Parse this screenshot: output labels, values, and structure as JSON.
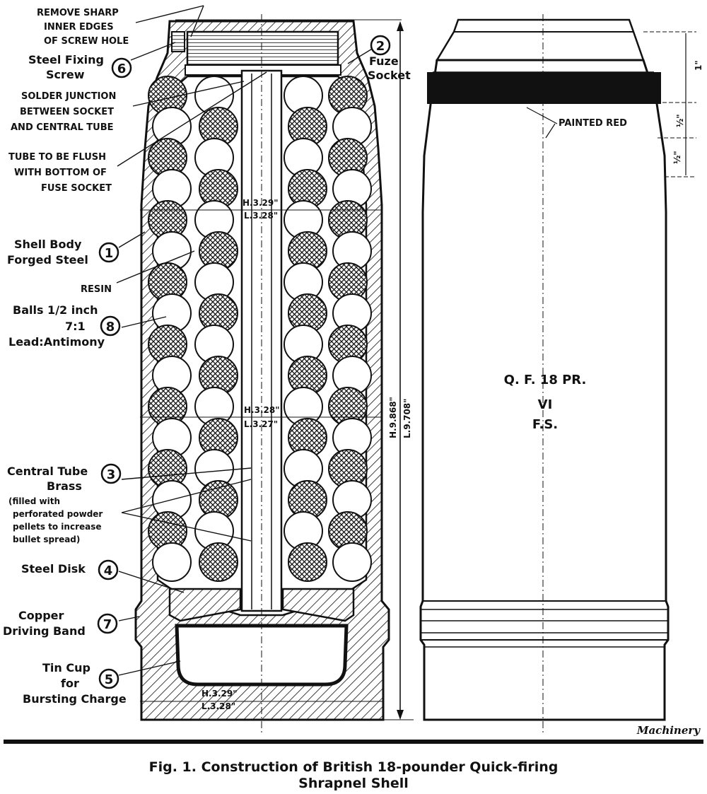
{
  "labels": {
    "remove_edges": [
      "REMOVE SHARP",
      "INNER EDGES",
      "OF SCREW HOLE"
    ],
    "fixing_screw": [
      "Steel Fixing",
      "Screw"
    ],
    "fuze_socket": [
      "Fuze",
      "Socket"
    ],
    "solder": [
      "SOLDER JUNCTION",
      "BETWEEN SOCKET",
      "AND CENTRAL TUBE"
    ],
    "tube_flush": [
      "TUBE TO BE FLUSH",
      "WITH BOTTOM OF",
      "FUSE SOCKET"
    ],
    "shell_body": [
      "Shell Body",
      "Forged Steel"
    ],
    "resin": "RESIN",
    "balls": [
      "Balls 1/2 inch",
      "7:1",
      "Lead:Antimony"
    ],
    "central_tube": [
      "Central Tube",
      "Brass"
    ],
    "central_tube_note": [
      "(filled with",
      "perforated powder",
      "pellets to increase",
      "bullet spread)"
    ],
    "steel_disk": "Steel Disk",
    "driving_band": [
      "Copper",
      "Driving Band"
    ],
    "tin_cup": [
      "Tin Cup",
      "for",
      "Bursting Charge"
    ],
    "painted_red": "PAINTED RED"
  },
  "numbers": {
    "n1": "1",
    "n2": "2",
    "n3": "3",
    "n4": "4",
    "n5": "5",
    "n6": "6",
    "n7": "7",
    "n8": "8"
  },
  "dimensions": {
    "upper_h": "H.3.29\"",
    "upper_l": "L.3.28\"",
    "mid_h": "H.3.28\"",
    "mid_l": "L.3.27\"",
    "base_h": "H.3.29\"",
    "base_l": "L.3.28\"",
    "length_h": "H.9.868\"",
    "length_l": "L.9.708\"",
    "d1": "1\"",
    "d2": "½\"",
    "d3": "½\""
  },
  "markings": {
    "line1": "Q. F. 18 PR.",
    "line2": "VI",
    "line3": "F.S."
  },
  "credit": "Machinery",
  "caption": {
    "line1": "Fig. 1.  Construction of British 18-pounder Quick-firing",
    "line2": "Shrapnel Shell"
  },
  "colors": {
    "ink": "#111111",
    "paper": "#ffffff"
  }
}
